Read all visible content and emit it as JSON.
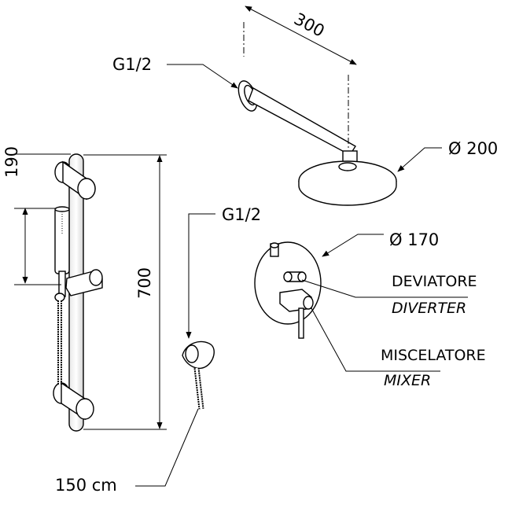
{
  "dimensions": {
    "arm_length": "300",
    "head_diameter": "Ø 200",
    "plate_diameter": "Ø 170",
    "bar_height": "700",
    "handset_offset": "190",
    "hose_length": "150 cm"
  },
  "connections": {
    "wall_arm_thread": "G1/2",
    "outlet_thread": "G1/2"
  },
  "controls": {
    "diverter_it": "DEVIATORE",
    "diverter_en": "DIVERTER",
    "mixer_it": "MISCELATORE",
    "mixer_en": "MIXER"
  }
}
